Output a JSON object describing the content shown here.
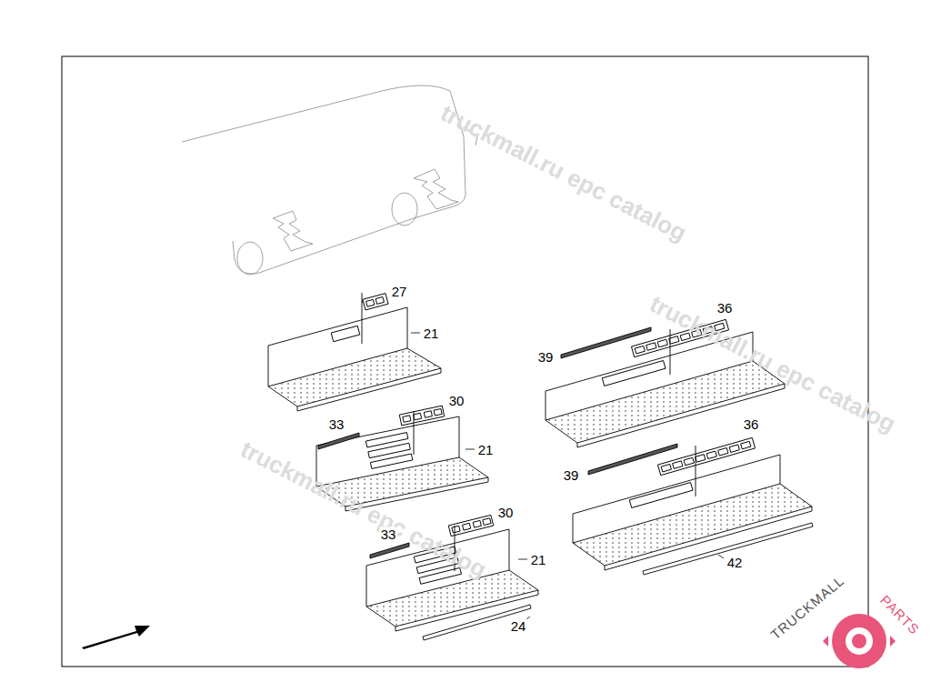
{
  "diagram": {
    "labels": [
      "truckmall.ru epc catalog",
      "truckmall.ru epc catalog",
      "truckmall.ru epc catalog",
      "27",
      "21",
      "30",
      "33",
      "21",
      "30",
      "33",
      "21",
      "24",
      "36",
      "39",
      "36",
      "39",
      "42",
      "TRUCKMALL",
      "PARTS"
    ]
  }
}
